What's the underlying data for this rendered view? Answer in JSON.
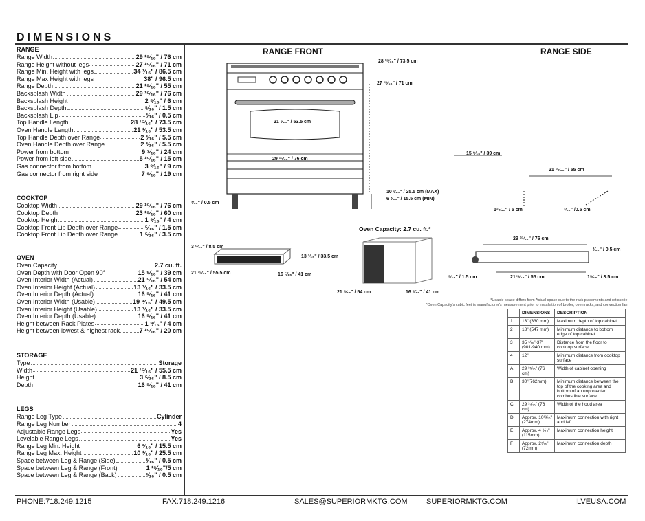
{
  "title": "DIMENSIONS",
  "sections": [
    {
      "heading": "RANGE",
      "rows": [
        {
          "label": "Range Width",
          "value": "29 ¹⁵⁄₁₆\" / 76 cm"
        },
        {
          "label": "Range Height without legs",
          "value": "27 ¹⁵⁄₁₆\" / 71 cm"
        },
        {
          "label": "Range Min. Height with legs",
          "value": "34 ¹⁄₁₆\" / 86.5 cm"
        },
        {
          "label": "Range Max Height with legs",
          "value": "38\" / 96.5 cm"
        },
        {
          "label": "Range Depth",
          "value": "21 ¹⁵⁄₁₆\" / 55 cm"
        },
        {
          "label": "Backsplash Width",
          "value": "29 ¹⁵⁄₁₆\" / 76 cm"
        },
        {
          "label": "Backsplash Height",
          "value": "2 ⁵⁄₁₆\" / 6 cm"
        },
        {
          "label": "Backsplash Depth",
          "value": "⁵⁄₁₆\" / 1.5 cm"
        },
        {
          "label": "Backsplash Lip",
          "value": "³⁄₁₆\" / 0.5 cm"
        },
        {
          "label": "Top Handle Length",
          "value": "28 ¹⁵⁄₁₆\" / 73.5 cm"
        },
        {
          "label": "Oven Handle Length",
          "value": "21 ¹⁄₁₆\" / 53.5 cm"
        },
        {
          "label": "Top Handle Depth over Range",
          "value": "2 ³⁄₁₆\" / 5.5 cm"
        },
        {
          "label": "Oven Handle Depth over Range",
          "value": "2 ³⁄₁₆\" / 5.5 cm"
        },
        {
          "label": "Power from bottom",
          "value": "9 ⁷⁄₁₆\" / 24 cm"
        },
        {
          "label": "Power from left side",
          "value": "5 ¹⁵⁄₁₆\" / 15 cm"
        },
        {
          "label": "Gas connector from bottom",
          "value": "3 ⁹⁄₁₆\" / 9 cm"
        },
        {
          "label": "Gas connector from right side",
          "value": "7 ⁹⁄₁₆\" / 19 cm"
        }
      ]
    },
    {
      "heading": "COOKTOP",
      "rows": [
        {
          "label": "Cooktop Width",
          "value": "29 ¹⁵⁄₁₆\" / 76 cm"
        },
        {
          "label": "Cooktop Depth",
          "value": "23 ¹⁵⁄₁₆\" / 60 cm"
        },
        {
          "label": "Cooktop Height",
          "value": "1 ⁹⁄₁₆\" / 4 cm"
        },
        {
          "label": "Cooktop Front Lip Depth over Range",
          "value": "⁵⁄₁₆\" / 1.5 cm"
        },
        {
          "label": "Cooktop Front Lip Depth over Range",
          "value": "1 ⁵⁄₁₆\" / 3.5 cm"
        }
      ]
    },
    {
      "heading": "OVEN",
      "rows": [
        {
          "label": "Oven Capacity",
          "value": "2.7 cu. ft."
        },
        {
          "label": "Oven Depth with Door Open 90°",
          "value": "15 ⁹⁄₁₆\" / 39 cm"
        },
        {
          "label": "Oven Interior Width (Actual)",
          "value": "21 ⁵⁄₁₆\" / 54 cm"
        },
        {
          "label": "Oven Interior Height (Actual)",
          "value": "13 ³⁄₁₆\" / 33.5 cm"
        },
        {
          "label": "Oven Interior Depth (Actual)",
          "value": "16 ⁵⁄₁₆\" / 41 cm"
        },
        {
          "label": "Oven Interior Width (Usable)",
          "value": "19 ⁹⁄₁₆\" / 49.5 cm"
        },
        {
          "label": "Oven Interior Height (Usable)",
          "value": "13 ³⁄₁₆\" / 33.5 cm"
        },
        {
          "label": "Oven Interior Depth (Usable)",
          "value": "16 ⁵⁄₁₆\" / 41 cm"
        },
        {
          "label": "Height between Rack Plates",
          "value": "1 ⁹⁄₁₆\" / 4 cm"
        },
        {
          "label": "Height between lowest & highest rack",
          "value": "7 ¹⁵⁄₁₆\" / 20 cm"
        }
      ]
    },
    {
      "heading": "STORAGE",
      "rows": [
        {
          "label": "Type",
          "value": "Storage"
        },
        {
          "label": "Width",
          "value": "21 ¹⁵⁄₁₆\" / 55.5 cm"
        },
        {
          "label": "Height",
          "value": "3 ⁵⁄₁₆\" / 8.5 cm"
        },
        {
          "label": "Depth",
          "value": "16 ⁵⁄₁₆\" / 41 cm"
        }
      ]
    },
    {
      "heading": "LEGS",
      "rows": [
        {
          "label": "Range Leg Type",
          "value": "Cylinder"
        },
        {
          "label": "Range Leg Number",
          "value": "4"
        },
        {
          "label": "Adjustable Range Legs",
          "value": "Yes"
        },
        {
          "label": "Levelable Range Legs",
          "value": "Yes"
        },
        {
          "label": "Range Leg Min. Height",
          "value": "6 ³⁄₁₆\" / 15.5 cm"
        },
        {
          "label": "Range Leg Max. Height",
          "value": "10 ¹⁄₁₆\" / 25.5 cm"
        },
        {
          "label": "Space between Leg & Range (Side)",
          "value": "³⁄₁₆\" / 0.5 cm"
        },
        {
          "label": "Space between Leg & Range (Front)",
          "value": "1 ¹⁵⁄₁₆\"/5 cm"
        },
        {
          "label": "Space between Leg & Range (Back)",
          "value": "³⁄₁₆\" / 0.5 cm"
        }
      ]
    }
  ],
  "drawing": {
    "front_heading": "RANGE FRONT",
    "side_heading": "RANGE SIDE",
    "capacity_label": "Oven Capacity: 2.7 cu. ft.*",
    "labels": {
      "top_handle": "28 ¹⁵⁄₁₆\" / 73.5 cm",
      "height": "27 ¹⁵⁄₁₆\" / 71 cm",
      "oven_handle": "21 ¹⁄₁₆\" / 53.5 cm",
      "width": "29 ¹⁵⁄₁₆\" / 76 cm",
      "leg_gap": "³⁄₁₆\" / 0.5 cm",
      "leg_max": "10 ¹⁄₁₆\" / 25.5 cm (MAX)",
      "leg_min": "6 ³⁄₁₆\" / 15.5 cm (MIN)",
      "side_door": "15 ⁹⁄₁₆\" / 39 cm",
      "side_depth": "21 ¹⁵⁄₁₆\" / 55 cm",
      "side_front": "1¹⁵⁄₁₆\" / 5 cm",
      "side_back": "³⁄₁₆\" /0.5 cm",
      "drawer_h": "3 ⁵⁄₁₆\" / 8.5 cm",
      "drawer_w": "21 ¹⁵⁄₁₆\" / 55.5 cm",
      "drawer_d": "16 ⁵⁄₁₆\" / 41 cm",
      "oven_h": "13 ³⁄₁₆\" / 33.5 cm",
      "oven_w": "21 ⁵⁄₁₆\" / 54 cm",
      "oven_d": "16 ⁵⁄₁₆\" / 41 cm",
      "top_w": "29 ¹⁵⁄₁₆\" / 76 cm",
      "top_back": "³⁄₁₆\" / 0.5 cm",
      "top_lip": "⁵⁄₁₆\" / 1.5 cm",
      "top_depth": "21¹⁵⁄₁₆\" / 55 cm",
      "top_front": "1⁵⁄₁₆\" / 3.5 cm"
    },
    "note1": "*Usable space differs from Actual space due to the rack placements and rotisserie.",
    "note2": "*Oven Capacity's cubic feet is manufacturer's measurement prior to installation of broiler, oven racks, and convection fan."
  },
  "table": {
    "headers": [
      "",
      "DIMENSIONS",
      "DESCRIPTION"
    ],
    "rows": [
      {
        "id": "1",
        "dim": "13\" (330 mm)",
        "desc": "Maximum depth of top cabinet"
      },
      {
        "id": "2",
        "dim": "18\" (547 mm)",
        "desc": "Minimum distance to bottom edge of top cabinet"
      },
      {
        "id": "3",
        "dim": "35 ⁷⁄₁₆\"-37\" (901-940 mm)",
        "desc": "Distance from the floor to cooktop surface"
      },
      {
        "id": "4",
        "dim": "12\"",
        "desc": "Minimum distance from cooktop surface"
      },
      {
        "id": "A",
        "dim": "29 ¹⁵⁄₁₆\" (76 cm)",
        "desc": "Width of cabinet opening"
      },
      {
        "id": "B",
        "dim": "30\"(762mm)",
        "desc": "Minimum distance between the top of the cooking area and bottom of an unprotected combustible surface"
      },
      {
        "id": "C",
        "dim": "29 ¹⁵⁄₁₆\" (76 cm)",
        "desc": "Width of the hood area"
      },
      {
        "id": "D",
        "dim": "Approx. 10¹³⁄₁₆\" (274mm)",
        "desc": "Maximum connection with right and left"
      },
      {
        "id": "E",
        "dim": "Approx. 4 ⁹⁄₁₆\" (115mm)",
        "desc": "Maximum connection height"
      },
      {
        "id": "F",
        "dim": "Approx. 2⁷⁄₁₆\" (72mm)",
        "desc": "Maximum connection depth"
      }
    ]
  },
  "footer": {
    "phone": "PHONE:718.249.1215",
    "fax": "FAX:718.249.1216",
    "email": "SALES@SUPERIORMKTG.COM",
    "site1": "SUPERIORMKTG.COM",
    "site2": "ILVEUSA.COM"
  }
}
